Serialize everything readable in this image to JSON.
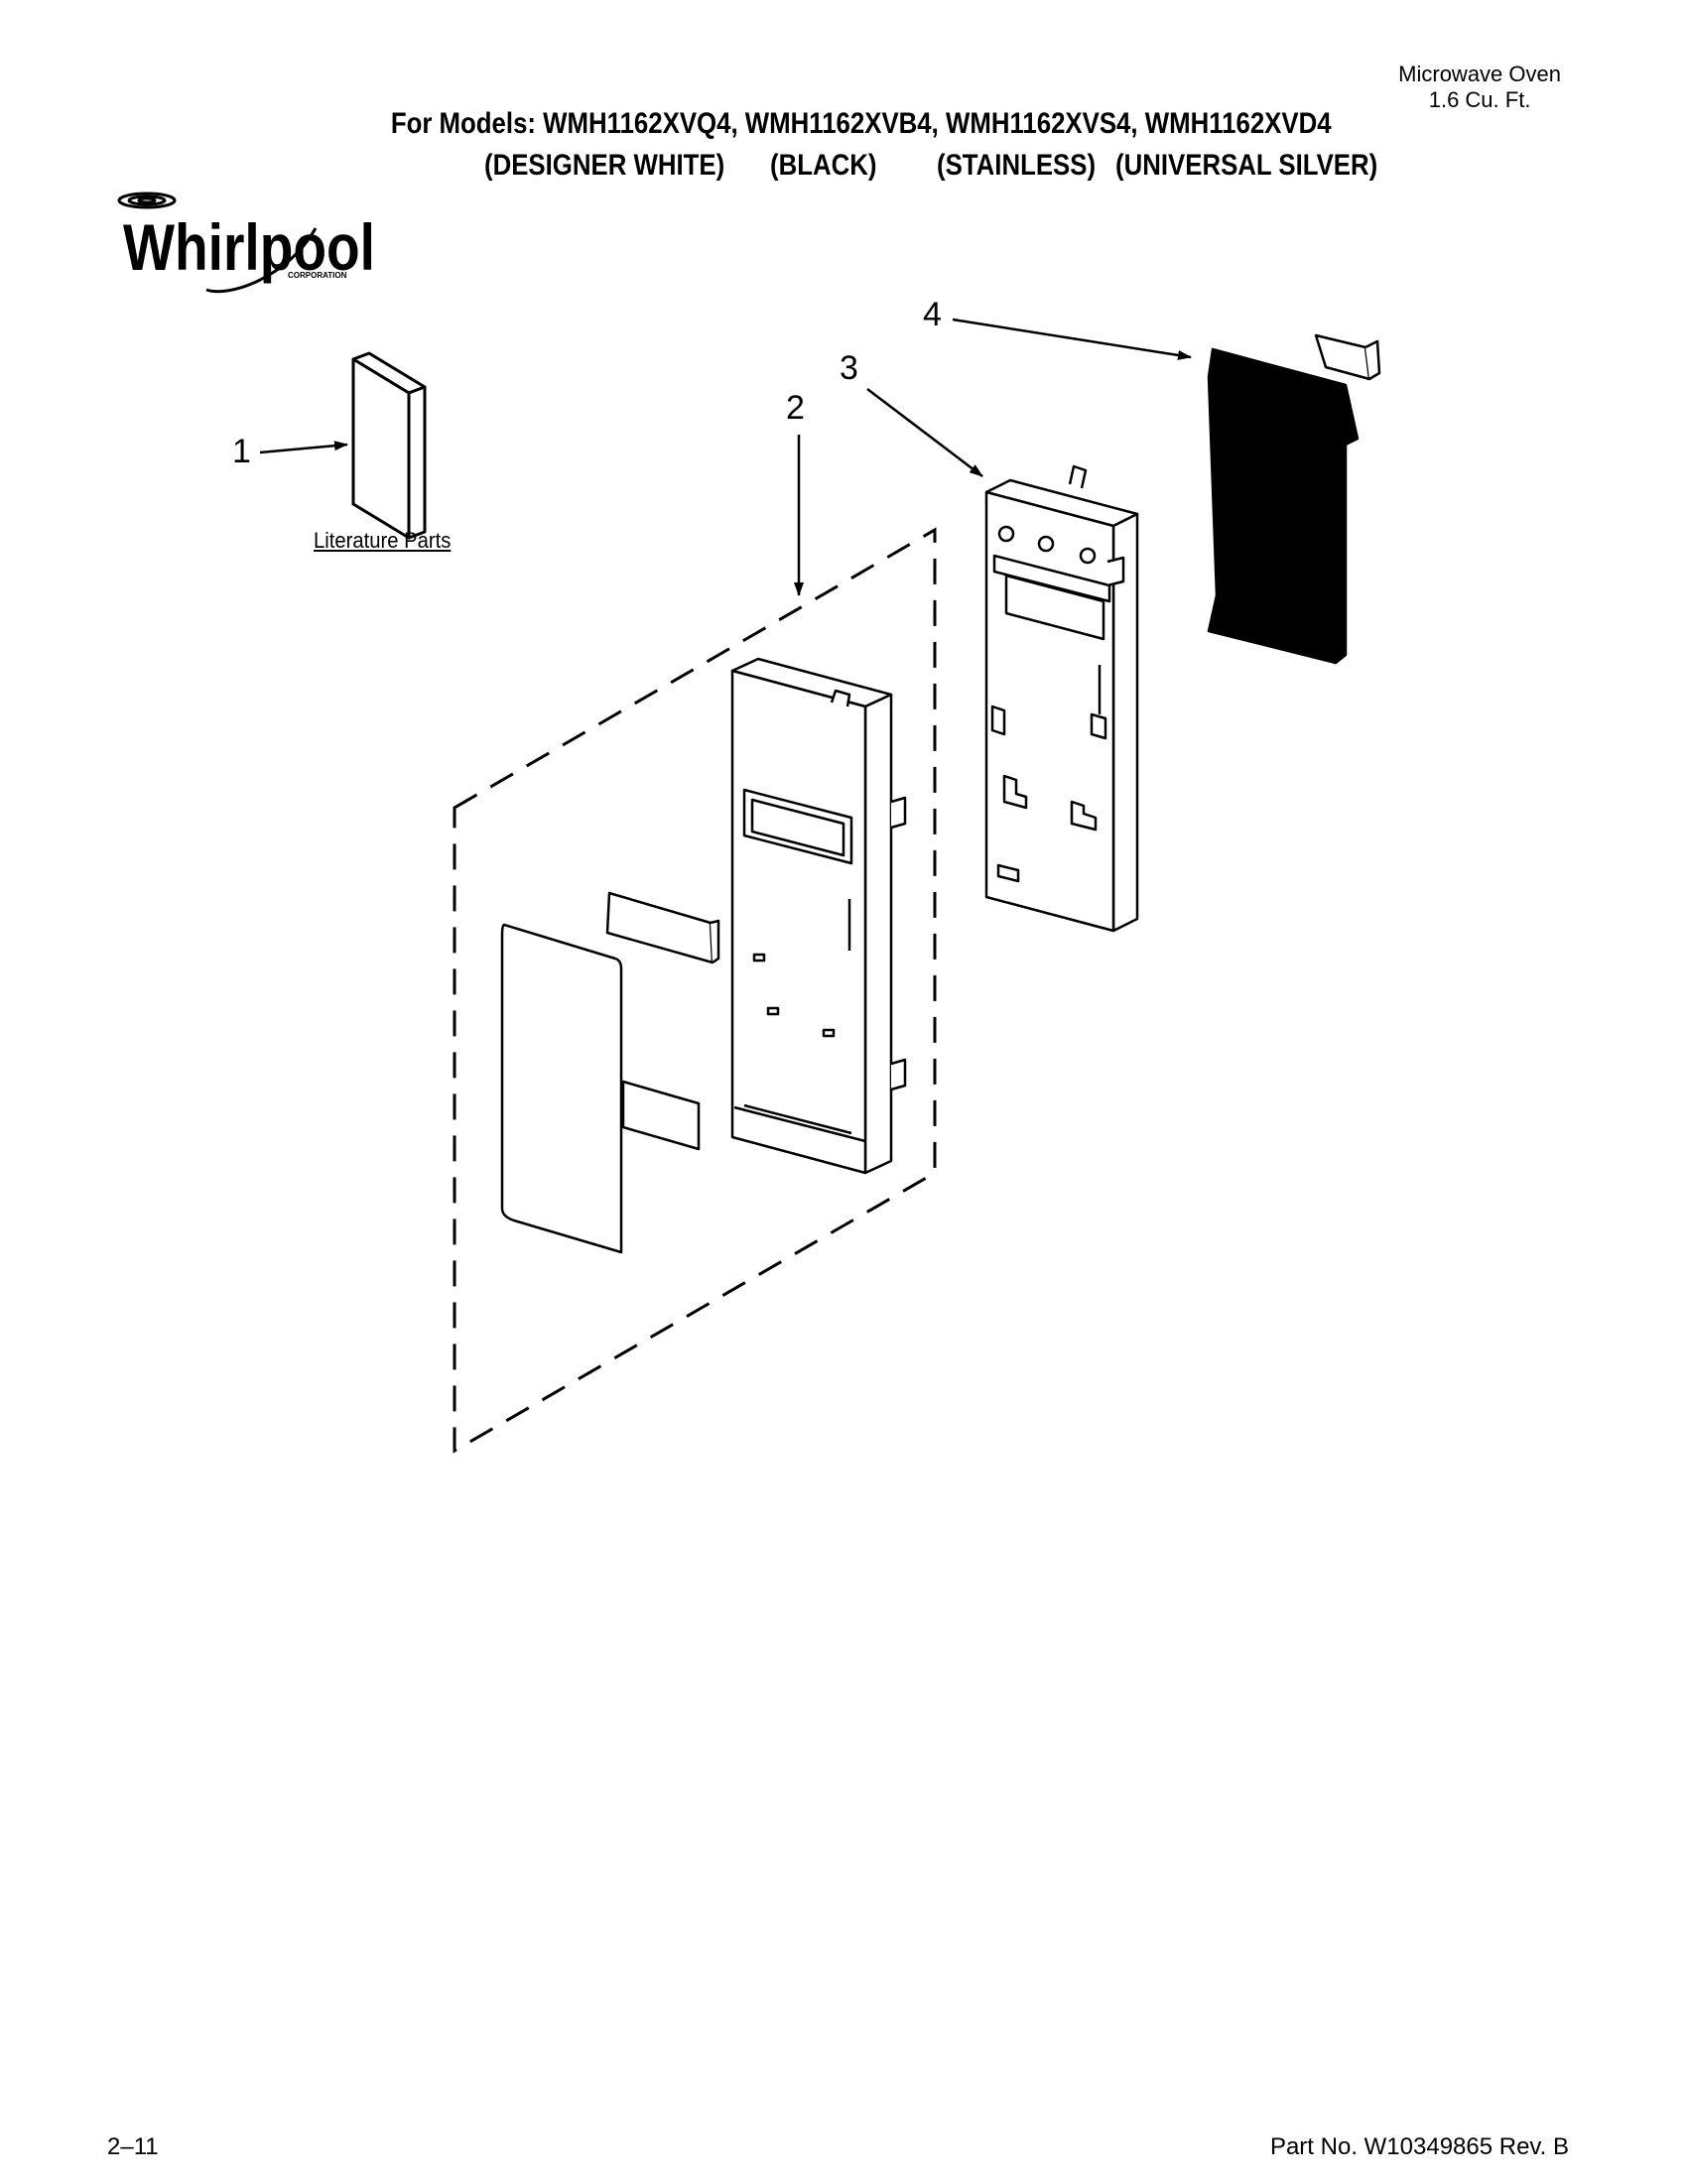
{
  "header": {
    "product_line1": "Microwave Oven",
    "product_line2": "1.6 Cu. Ft.",
    "models": "For Models: WMH1162XVQ4, WMH1162XVB4, WMH1162XVS4, WMH1162XVD4",
    "colors": [
      "(DESIGNER WHITE)",
      "(BLACK)",
      "(STAINLESS)",
      "(UNIVERSAL SILVER)"
    ]
  },
  "brand": {
    "name": "Whirlpool",
    "sub": "CORPORATION"
  },
  "callouts": [
    "1",
    "2",
    "3",
    "4"
  ],
  "literature_label": "Literature Parts",
  "footer": {
    "page": "2–11",
    "part_no": "Part No. W10349865 Rev. B"
  }
}
